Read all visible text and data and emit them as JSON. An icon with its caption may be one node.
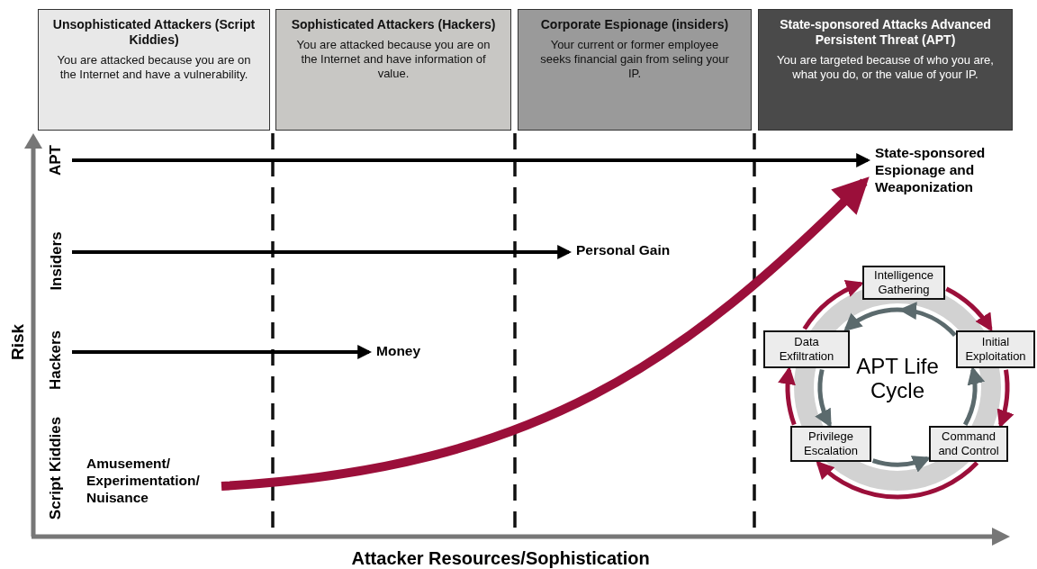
{
  "diagram": {
    "nodes": [
      {
        "text": [
          "Unsophisticated Attackers (Script Kiddies)",
          "You are attacked because you are on the Internet and have a vulnerability."
        ]
      },
      {
        "text": [
          "Sophisticated Attackers (Hackers)",
          "You are attacked because you are on the Internet and have information of value."
        ]
      },
      {
        "text": [
          "Corporate Espionage (insiders)",
          "Your current or former employee seeks financial gain from seling your IP."
        ]
      },
      {
        "text": [
          "State-sponsored Attacks Advanced Persistent Threat (APT)",
          "You are targeted because of who you are, what you do, or the value of your IP."
        ]
      },
      {
        "text": [
          "State-sponsored Espionage and Weaponization"
        ]
      },
      {
        "text": [
          "Personal Gain"
        ]
      },
      {
        "text": [
          "Money"
        ]
      },
      {
        "text": [
          "Amusement/ Experimentation/ Nuisance"
        ]
      },
      {
        "text": [
          "Intelligence Gathering"
        ]
      },
      {
        "text": [
          "Initial Exploitation"
        ]
      },
      {
        "text": [
          "Command and Control"
        ]
      },
      {
        "text": [
          "Privilege Escalation"
        ]
      },
      {
        "text": [
          "Data Exfiltration"
        ]
      }
    ],
    "edges": [
      {
        "from": null,
        "to": 4,
        "arrow": "to",
        "color": "#000000"
      },
      {
        "from": null,
        "to": 5,
        "arrow": "to",
        "color": "#000000"
      },
      {
        "from": null,
        "to": 6,
        "arrow": "to",
        "color": "#000000"
      },
      {
        "from": 7,
        "to": 4,
        "arrow": "to",
        "style": "thick",
        "color": "#9b0f3a"
      },
      {
        "from": 8,
        "to": 9,
        "arrow": "to",
        "color": "#9b0f3a"
      },
      {
        "from": 9,
        "to": 10,
        "arrow": "to",
        "color": "#9b0f3a"
      },
      {
        "from": 10,
        "to": 11,
        "arrow": "to",
        "color": "#9b0f3a"
      },
      {
        "from": 11,
        "to": 12,
        "arrow": "to",
        "color": "#9b0f3a"
      },
      {
        "from": 12,
        "to": 8,
        "arrow": "to",
        "color": "#9b0f3a"
      },
      {
        "from": 8,
        "to": 12,
        "arrow": "to",
        "color": "#5b6a6d"
      },
      {
        "from": 12,
        "to": 11,
        "arrow": "to",
        "color": "#5b6a6d"
      },
      {
        "from": 11,
        "to": 10,
        "arrow": "to",
        "color": "#5b6a6d"
      },
      {
        "from": 10,
        "to": 9,
        "arrow": "to",
        "color": "#5b6a6d"
      },
      {
        "from": 9,
        "to": 8,
        "arrow": "to",
        "color": "#5b6a6d"
      }
    ],
    "labels": [
      "APT",
      "Insiders",
      "Hackers",
      "Script Kiddies",
      "Risk",
      "APT Life Cycle",
      "Attacker Resources/Sophistication"
    ]
  }
}
